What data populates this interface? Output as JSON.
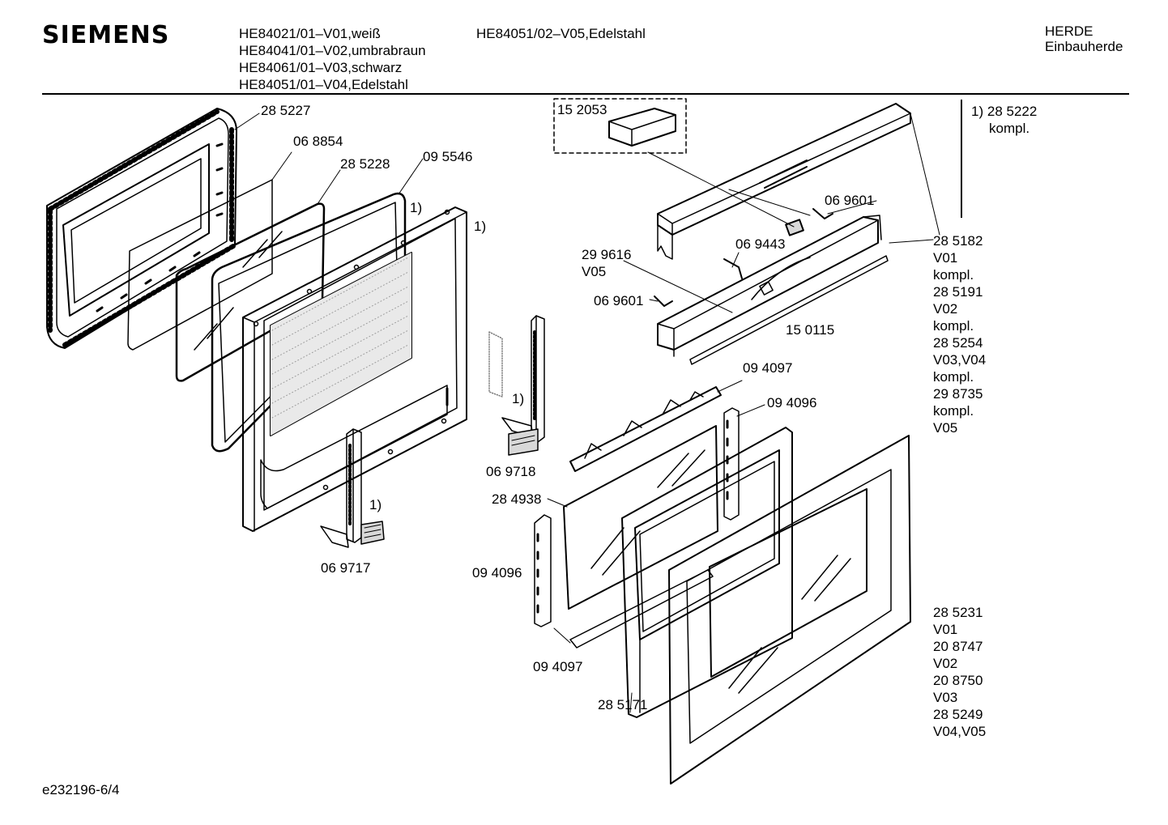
{
  "header": {
    "brand": "SIEMENS",
    "models_left": [
      "HE84021/01–V01,weiß",
      "HE84041/01–V02,umbrabraun",
      "HE84061/01–V03,schwarz",
      "HE84051/01–V04,Edelstahl"
    ],
    "model_right": "HE84051/02–V05,Edelstahl",
    "category": "HERDE",
    "subcategory": "Einbauherde"
  },
  "footnote": {
    "marker": "1)",
    "lines": [
      "28 5222",
      "kompl."
    ]
  },
  "labels": {
    "p285227": "28 5227",
    "p068854": "06 8854",
    "p285228": "28 5228",
    "p095546": "09 5546",
    "note1a": "1)",
    "note1b": "1)",
    "p152053": "15 2053",
    "p069601a": "06 9601",
    "p069443": "06 9443",
    "p299616": "29 9616",
    "v05": "V05",
    "p069601b": "06 9601",
    "p150115": "15 0115",
    "p094097a": "09 4097",
    "p094096a": "09 4096",
    "note1c": "1)",
    "p069718": "06 9718",
    "p284938": "28 4938",
    "note1d": "1)",
    "p069717": "06 9717",
    "p094096b": "09 4096",
    "p094097b": "09 4097",
    "p285171": "28 5171"
  },
  "right_list_top": [
    "28 5182",
    "V01",
    "kompl.",
    "28 5191",
    "V02",
    "kompl.",
    "28 5254",
    "V03,V04",
    "kompl.",
    "29 8735",
    "kompl.",
    "V05"
  ],
  "right_list_bottom": [
    "28 5231",
    "V01",
    "20 8747",
    "V02",
    "20 8750",
    "V03",
    "28 5249",
    "V04,V05"
  ],
  "diagram_id": "e232196-6/4"
}
